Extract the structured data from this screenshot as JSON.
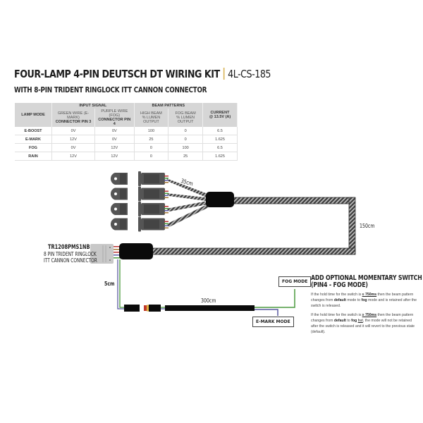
{
  "header": {
    "title": "FOUR-LAMP 4-PIN DEUTSCH DT WIRING KIT",
    "separator_color": "#d9b55a",
    "product_code": "4L-CS-185",
    "subtitle": "WITH 8-PIN TRIDENT RINGLOCK ITT CANNON CONNECTOR"
  },
  "table": {
    "group_headers": {
      "input_signal": "INPUT SIGNAL",
      "beam_patterns": "BEAM PATTERNS"
    },
    "columns": [
      {
        "line1": "LAMP MODE",
        "line2": ""
      },
      {
        "line1": "GREEN WIRE (E-MARK)",
        "line2": "CONNECTOR PIN 3"
      },
      {
        "line1": "PURPLE WIRE (FOG)",
        "line2": "CONNECTOR PIN 4"
      },
      {
        "line1": "HIGH BEAM",
        "line2": "% LUMEN OUTPUT"
      },
      {
        "line1": "FOG BEAM",
        "line2": "% LUMEN OUTPUT"
      },
      {
        "line1": "CURRENT",
        "line2": "@ 13.5V (A)"
      }
    ],
    "rows": [
      {
        "mode": "E-BOOST",
        "green": "0V",
        "purple": "0V",
        "high": "100",
        "fog": "0",
        "current": "6.5"
      },
      {
        "mode": "E-MARK",
        "green": "12V",
        "purple": "0V",
        "high": "25",
        "fog": "0",
        "current": "1.625"
      },
      {
        "mode": "FOG",
        "green": "0V",
        "purple": "12V",
        "high": "0",
        "fog": "100",
        "current": "6.5"
      },
      {
        "mode": "RAIN",
        "green": "12V",
        "purple": "12V",
        "high": "0",
        "fog": "25",
        "current": "1.625"
      }
    ]
  },
  "diagram": {
    "lamp_count": 4,
    "lengths": {
      "lamp_leads": "35cm",
      "main_loop": "150cm",
      "pigtail": "5cm",
      "switch_lead": "300cm"
    },
    "connector": {
      "part_number": "TR1208PMS1NB",
      "line2": "8 PIN TRIDENT RINGLOCK",
      "line3": "ITT CANNON CONNECTOR"
    },
    "mode_boxes": {
      "fog": "FOG MODE",
      "emark": "E-MARK MODE"
    },
    "wire_colors": {
      "green": "#4a9a3e",
      "purple": "#5a5aa0",
      "sleeve": "#333333",
      "heat_shrink": "#0a0a0a"
    }
  },
  "note": {
    "title_line1": "ADD OPTIONAL MOMENTARY SWITCH",
    "title_line2": "(PIN4 - FOG MODE)",
    "para1": {
      "a": "If the hold time for the switch is ",
      "threshold": "≤ 750ms",
      "b": " then the beam pattern changes from ",
      "default": "default",
      "c": " mode to ",
      "fog": "fog",
      "d": " mode and is retained after the switch is released."
    },
    "para2": {
      "a": "If the hold time for the switch is ",
      "threshold": "≥ 750ms",
      "b": " then the beam pattern changes from ",
      "default": "default",
      "c": " to ",
      "fog": "fog",
      "but": "but",
      "d": ", the mode will not be retained after the switch is released and it will revert to the previous state (default)."
    }
  }
}
